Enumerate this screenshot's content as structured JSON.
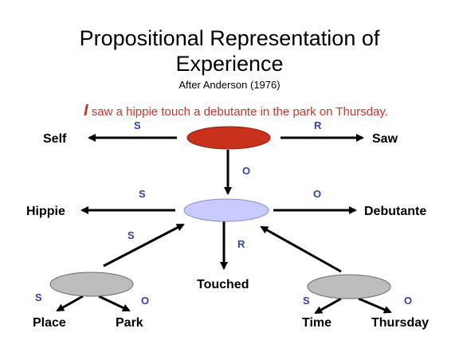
{
  "title_line1": "Propositional Representation of",
  "title_line2": "Experience",
  "subtitle": "After Anderson (1976)",
  "sentence": {
    "emphasis": "I",
    "rest": " saw a hippie touch a debutante in the park on Thursday."
  },
  "nodes": {
    "self": "Self",
    "saw": "Saw",
    "hippie": "Hippie",
    "debutante": "Debutante",
    "touched": "Touched",
    "place": "Place",
    "park": "Park",
    "time": "Time",
    "thursday": "Thursday"
  },
  "edges": {
    "top_s": "S",
    "top_r": "R",
    "top_o": "O",
    "mid_s": "S",
    "mid_o": "O",
    "mid_r": "R",
    "place_link_s": "S",
    "place_s": "S",
    "place_o": "O",
    "time_s": "S",
    "time_o": "O"
  },
  "colors": {
    "top_node": "#c8321c",
    "middle_node": "#c9cbff",
    "bottom_nodes": "#bdbdbd",
    "edge_label": "#3340a8",
    "sentence": "#c0392b"
  }
}
